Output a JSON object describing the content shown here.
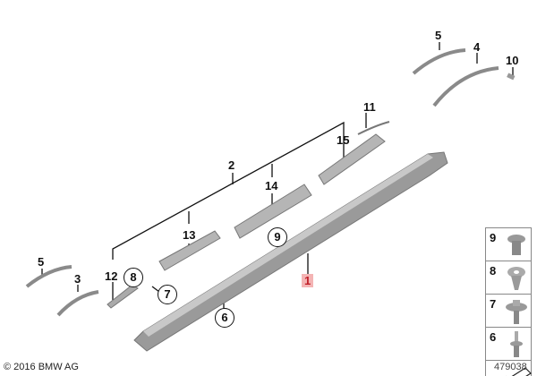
{
  "diagram": {
    "title": "Side sill trim parts diagram",
    "copyright": "© 2016 BMW AG",
    "document_number": "479038",
    "highlight_color": "#f4b4b4",
    "highlight_text_color": "#c0202a",
    "callouts": [
      {
        "id": "1",
        "highlighted": true,
        "part": "side sill panel"
      },
      {
        "id": "2",
        "part": "bracket set (13, 14, 15)"
      },
      {
        "id": "3",
        "part": "trim strip front"
      },
      {
        "id": "4",
        "part": "wheel arch trim rear"
      },
      {
        "id": "5",
        "part": "wheel arch trim"
      },
      {
        "id": "5b",
        "label": "5",
        "part": "wheel arch trim front"
      },
      {
        "id": "10",
        "part": "small clip"
      },
      {
        "id": "11",
        "part": "seal strip"
      },
      {
        "id": "12",
        "part": "bracket front"
      },
      {
        "id": "13",
        "part": "support bracket front"
      },
      {
        "id": "14",
        "part": "support bracket center"
      },
      {
        "id": "15",
        "part": "support bracket rear"
      }
    ],
    "circled_callouts": [
      "8",
      "7",
      "9",
      "6"
    ],
    "legend": {
      "items": [
        {
          "label": "9",
          "part": "expanding rivet"
        },
        {
          "label": "8",
          "part": "plastic nut"
        },
        {
          "label": "7",
          "part": "screw with washer"
        },
        {
          "label": "6",
          "part": "stud bolt"
        }
      ],
      "direction_icon": "arrow-icon"
    }
  }
}
